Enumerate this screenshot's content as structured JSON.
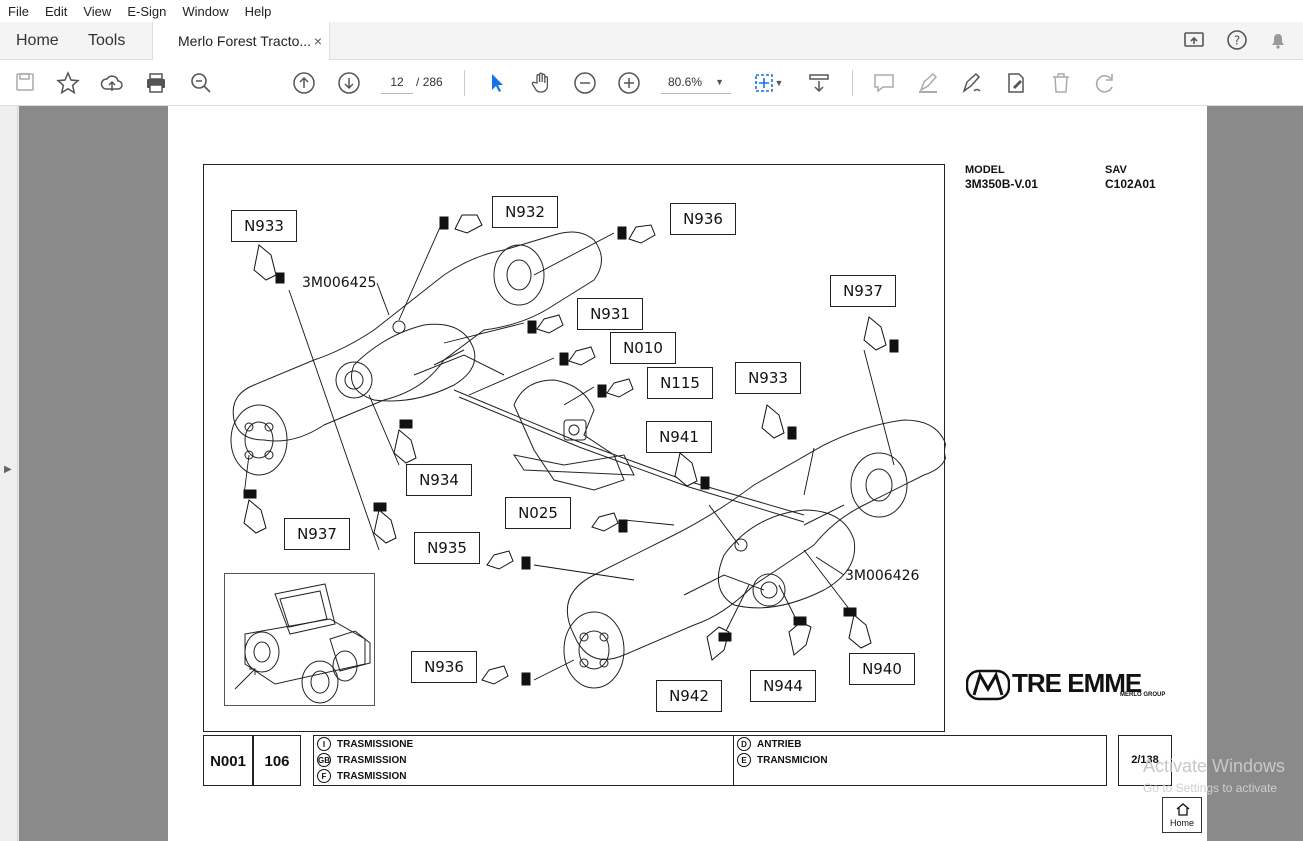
{
  "menu": {
    "items": [
      "File",
      "Edit",
      "View",
      "E-Sign",
      "Window",
      "Help"
    ]
  },
  "tabs": {
    "home": "Home",
    "tools": "Tools",
    "document_title": "Merlo Forest Tracto...",
    "close": "×"
  },
  "toolbar": {
    "current_page": "12",
    "page_separator": "/",
    "total_pages": "286",
    "zoom": "80.6%"
  },
  "page": {
    "model_label": "MODEL",
    "model_value": "3M350B-V.01",
    "sav_label": "SAV",
    "sav_value": "C102A01",
    "brand": "TRE EMME",
    "brand_sub": "MERLO GROUP",
    "footer": {
      "code": "N001",
      "number": "106",
      "languages": [
        {
          "symbol": "I",
          "label": "TRASMISSIONE"
        },
        {
          "symbol": "GB",
          "label": "TRASMISSION"
        },
        {
          "symbol": "F",
          "label": "TRASMISSION"
        },
        {
          "symbol": "D",
          "label": "ANTRIEB"
        },
        {
          "symbol": "E",
          "label": "TRANSMICION"
        }
      ],
      "page_ref": "2/138"
    },
    "home_button": "Home"
  },
  "callouts": [
    "N933",
    "N932",
    "N936",
    "N937",
    "N931",
    "N010",
    "N115",
    "N933",
    "N941",
    "N934",
    "N025",
    "N937",
    "N935",
    "N936",
    "N942",
    "N944",
    "N940"
  ],
  "part_refs": [
    "3M006425",
    "3M006426"
  ],
  "watermark": {
    "line1": "Activate Windows",
    "line2": "Go to Settings to activate"
  }
}
